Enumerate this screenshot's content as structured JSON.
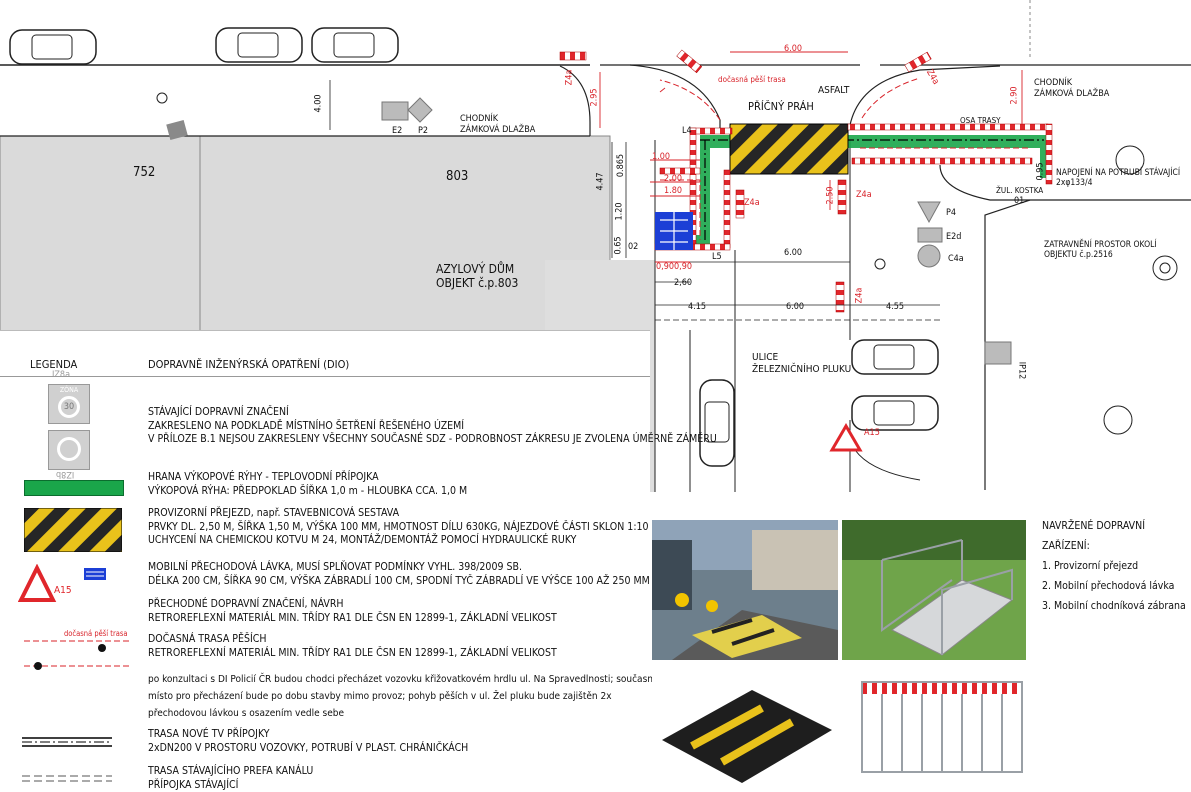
{
  "plan": {
    "parcels": {
      "left": "752",
      "right": "803"
    },
    "sidewalk_label_1": "CHODNÍK",
    "sidewalk_label_2": "ZÁMKOVÁ DLAŽBA",
    "sidewalk_right_1": "CHODNÍK",
    "sidewalk_right_2": "ZÁMKOVÁ DLAŽBA",
    "asphalt": "ASFALT",
    "cross_ramp": "PŘÍČNÝ PRÁH",
    "osa_trasy": "OSA TRASY",
    "temp_path": "dočasná pěší trasa",
    "building_1": "AZYLOVÝ DŮM",
    "building_2": "OBJEKT č.p.803",
    "street_1": "ULICE",
    "street_2": "ŽELEZNIČNÍHO PLUKU",
    "connection_1": "NAPOJENÍ NA POTRUBÍ STÁVAJÍCÍ",
    "connection_2": "2xφ133/4",
    "grass_1": "ZATRAVNĚNÍ PROSTOR OKOLÍ",
    "grass_2": "OBJEKTU č.p.2516",
    "zul_kostka": "ŽUL. KOSTKA",
    "dims": {
      "d600top": "6.00",
      "d600mid": "6.00",
      "d600bot": "6.00",
      "d415": "4.15",
      "d455": "4.55",
      "d260": "2,60",
      "d090a": "0,90",
      "d090b": "0,90",
      "d100": "1.00",
      "d200": "2.00",
      "d180": "1.80",
      "d447": "4.47",
      "d0865": "0.865",
      "d120": "1.20",
      "d065": "0.65",
      "d295": "2.95",
      "d290": "2.90",
      "d250": "2.50",
      "d400": "4.00",
      "d095": "0.95"
    },
    "signs": {
      "z4a_1": "Z4a",
      "z4a_2": "Z4a",
      "z4a_3": "Z4a",
      "z4a_4": "Z4a",
      "z4a_5": "Z4a",
      "p4": "P4",
      "e2d": "E2d",
      "c4a": "C4a",
      "p2": "P2",
      "e2": "E2",
      "ip12": "IP12",
      "a15": "A15",
      "l4": "L4",
      "l5": "L5",
      "o1": "01",
      "o2": "02"
    }
  },
  "legend": {
    "col1": "LEGENDA",
    "col2": "DOPRAVNĚ INŽENÝRSKÁ OPATŘENÍ (DIO)",
    "sign_top": "IZ8a",
    "sign_zone": "ZÓNA",
    "sign_speed": "30",
    "sign_bottom": "IZ8b",
    "rows": [
      [
        "STÁVAJÍCÍ DOPRAVNÍ ZNAČENÍ",
        "ZAKRESLENO NA PODKLADĚ MÍSTNÍHO ŠETŘENÍ ŘEŠENÉHO ÚZEMÍ",
        "V PŘÍLOZE B.1 NEJSOU ZAKRESLENY VŠECHNY SOUČASNÉ SDZ - PODROBNOST ZÁKRESU JE ZVOLENA ÚMĚRNĚ ZÁMĚRU"
      ],
      [
        "HRANA VÝKOPOVÉ RÝHY  - TEPLOVODNÍ PŘÍPOJKA",
        "VÝKOPOVÁ RÝHA: PŘEDPOKLAD ŠÍŘKA 1,0 m - HLOUBKA CCA. 1,0 M"
      ],
      [
        "PROVIZORNÍ PŘEJEZD, např. STAVEBNICOVÁ SESTAVA",
        "PRVKY DL. 2,50 M, ŠÍŘKA 1,50 M, VÝŠKA 100 MM, HMOTNOST DÍLU 630KG, NÁJEZDOVÉ ČÁSTI SKLON 1:10",
        "UCHYCENÍ NA CHEMICKOU KOTVU M 24, MONTÁŽ/DEMONTÁŽ POMOCÍ HYDRAULICKÉ RUKY"
      ],
      [
        "MOBILNÍ PŘECHODOVÁ LÁVKA, MUSÍ SPLŇOVAT PODMÍNKY VYHL. 398/2009 SB.",
        "DÉLKA 200 CM, ŠÍŘKA 90 CM, VÝŠKA ZÁBRADLÍ 100 CM, SPODNÍ TYČ ZÁBRADLÍ VE VÝŠCE 100 AŽ 250 MM"
      ],
      [
        "PŘECHODNÉ DOPRAVNÍ ZNAČENÍ, NÁVRH",
        "RETROREFLEXNÍ MATERIÁL MIN. TŘÍDY RA1 DLE ČSN EN 12899-1, ZÁKLADNÍ VELIKOST"
      ],
      [
        "DOČASNÁ TRASA PĚŠÍCH",
        "RETROREFLEXNÍ MATERIÁL MIN. TŘÍDY RA1 DLE ČSN EN 12899-1, ZÁKLADNÍ VELIKOST"
      ],
      [
        "po konzultaci s DI Policií ČR budou chodci přecházet vozovku křižovatkovém hrdlu ul. Na Spravedlnosti; současné",
        "místo pro přecházení bude po dobu stavby mimo provoz; pohyb pěších v ul. Žel pluku bude zajištěn 2x",
        "přechodovou lávkou s osazením vedle sebe"
      ],
      [
        "TRASA NOVÉ TV PŘÍPOJKY",
        "2xDN200 V PROSTORU VOZOVKY, POTRUBÍ V PLAST. CHRÁNIČKÁCH"
      ],
      [
        "TRASA STÁVAJÍCÍHO PREFA KANÁLU",
        "PŘÍPOJKA STÁVAJÍCÍ"
      ]
    ],
    "a15": "A15",
    "temp_path": "dočasná pěší trasa"
  },
  "devices": {
    "title": "NAVRŽENÉ DOPRAVNÍ ZAŘÍZENÍ:",
    "items": [
      "1. Provizorní přejezd",
      "2. Mobilní přechodová lávka",
      "3. Mobilní chodníková zábrana"
    ]
  },
  "colors": {
    "trench": "#1aa64a",
    "ramp_yellow": "#e9c21b",
    "ramp_black": "#1e1e1e",
    "barrier_red": "#e0262b",
    "bridge_blue": "#1c3fd6",
    "road_grey": "#d9d9d9",
    "dim_red": "#d8232a"
  }
}
